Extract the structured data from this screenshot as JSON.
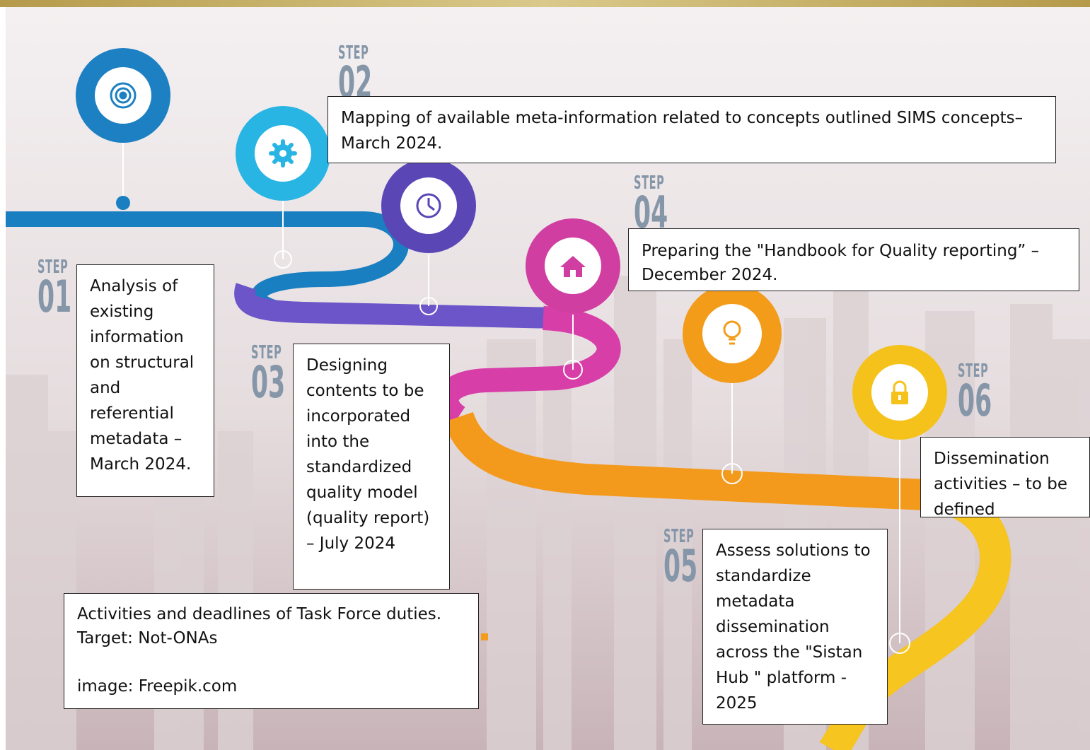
{
  "steps": [
    {
      "step_word": "STEP",
      "number": "01",
      "text": "Analysis of existing information on structural and referential metadata – March 2024.",
      "color": "#1d80c3",
      "icon": "target-icon"
    },
    {
      "step_word": "STEP",
      "number": "02",
      "text": "Mapping of available meta-information related to concepts outlined SIMS concepts– March 2024.",
      "color": "#29b5e4",
      "icon": "gear-icon"
    },
    {
      "step_word": "STEP",
      "number": "03",
      "text": "Designing contents to be incorporated into the standardized quality model (quality report) – July 2024",
      "color": "#5a46b5",
      "icon": "clock-icon"
    },
    {
      "step_word": "STEP",
      "number": "04",
      "text": "Preparing the \"Handbook for Quality reporting” – December 2024.",
      "color": "#cf3ea0",
      "icon": "home-icon"
    },
    {
      "step_word": "STEP",
      "number": "05",
      "text": "Assess solutions to standardize metadata dissemination across the \"Sistan Hub \" platform - 2025",
      "color": "#f39c1a",
      "icon": "lightbulb-icon"
    },
    {
      "step_word": "STEP",
      "number": "06",
      "text": "Dissemination activities – to be defined",
      "color": "#f5c21c",
      "icon": "lock-icon"
    }
  ],
  "caption": {
    "line1": "Activities and deadlines of Task Force duties.",
    "line2": "Target: Not-ONAs",
    "line3": "image: Freepik.com"
  }
}
